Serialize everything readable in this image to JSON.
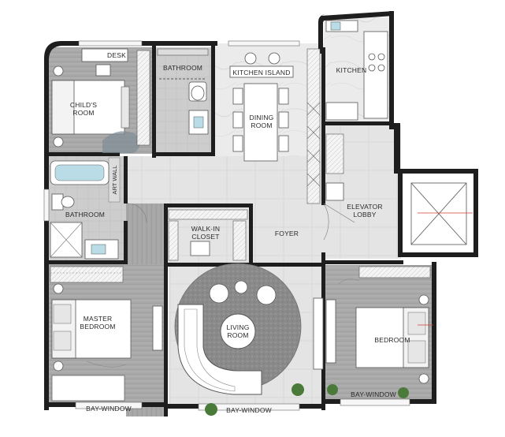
{
  "labels": {
    "desk": "DESK",
    "bathroom_top": "BATHROOM",
    "kitchen_island": "KITCHEN ISLAND",
    "kitchen": "KITCHEN",
    "childs_room_1": "CHILD'S",
    "childs_room_2": "ROOM",
    "dining_room_1": "DINING",
    "dining_room_2": "ROOM",
    "art_wall": "ART WALL",
    "bathroom_left": "BATHROOM",
    "elevator_lobby_1": "ELEVATOR",
    "elevator_lobby_2": "LOBBY",
    "walk_in_closet_1": "WALK-IN",
    "walk_in_closet_2": "CLOSET",
    "foyer": "FOYER",
    "master_bedroom_1": "MASTER",
    "master_bedroom_2": "BEDROOM",
    "living_room_1": "LIVING",
    "living_room_2": "ROOM",
    "bedroom": "BEDROOM",
    "bay_window_left": "BAY-WINDOW",
    "bay_window_center": "BAY-WINDOW",
    "bay_window_right": "BAY-WINDOW"
  },
  "colors": {
    "wall": "#1e1e1e",
    "wood_floor": "#a9a9a9",
    "tile_floor": "#e2e2e2",
    "marble": "#ececec",
    "bath_tile": "#cfcfcf",
    "water": "#b9dce6",
    "plant": "#4a7a3a",
    "accent_line": "#d04030"
  }
}
